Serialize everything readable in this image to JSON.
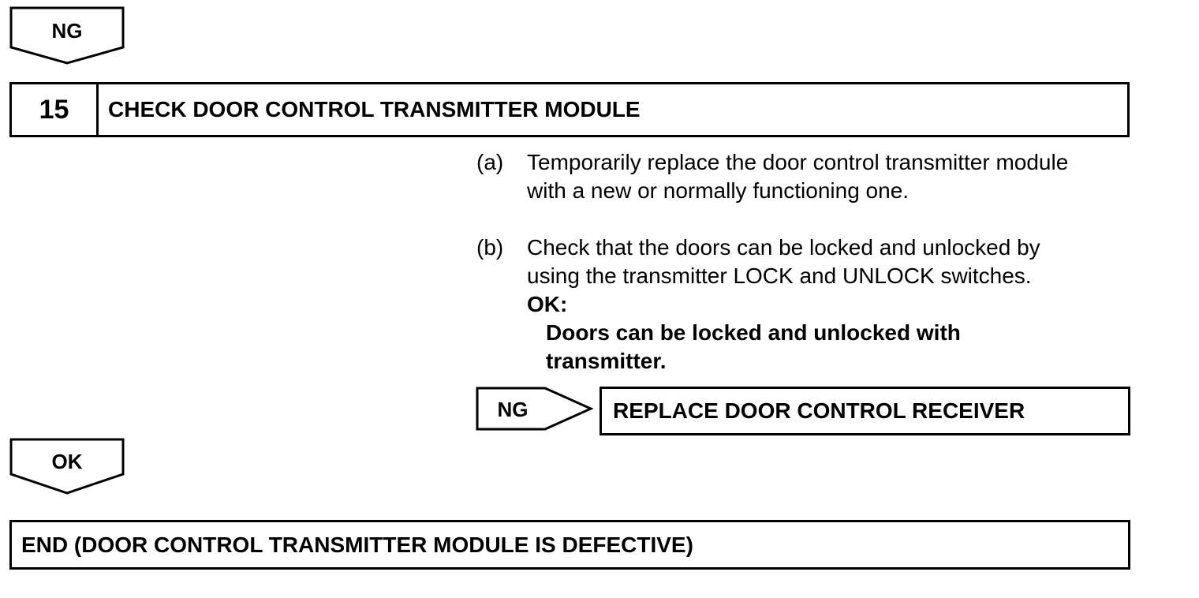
{
  "top_arrow": {
    "label": "NG"
  },
  "step": {
    "number": "15",
    "title": "CHECK DOOR CONTROL TRANSMITTER MODULE"
  },
  "instructions": [
    {
      "letter": "(a)",
      "lines": [
        "Temporarily replace the door control transmitter module",
        "with a new or normally functioning one."
      ]
    },
    {
      "letter": "(b)",
      "lines": [
        "Check that the doors can be locked and unlocked by",
        "using the transmitter LOCK and UNLOCK switches."
      ]
    }
  ],
  "ok_criteria": {
    "heading": "OK:",
    "lines": [
      "Doors can be locked and unlocked with",
      "transmitter."
    ]
  },
  "ng_branch": {
    "label": "NG",
    "result": "REPLACE DOOR CONTROL RECEIVER"
  },
  "ok_arrow": {
    "label": "OK"
  },
  "end_box": {
    "text": "END (DOOR CONTROL TRANSMITTER MODULE IS DEFECTIVE)"
  }
}
